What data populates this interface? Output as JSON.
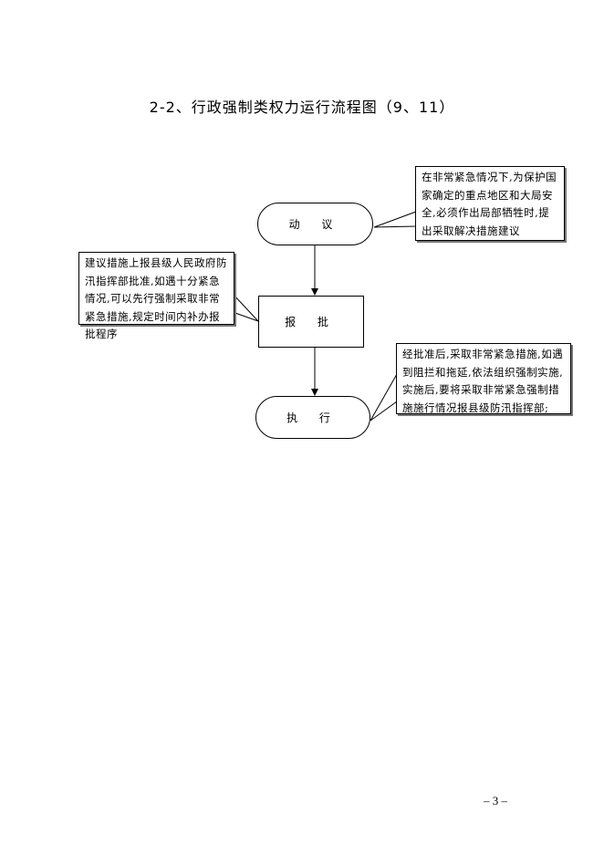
{
  "title": "2-2、行政强制类权力运行流程图（9、11）",
  "flow": {
    "step1": "动 议",
    "step2": "报 批",
    "step3": "执 行"
  },
  "notes": {
    "note1": "在非常紧急情况下,为保护国家确定的重点地区和大局安全,必须作出局部牺牲时,提出采取解决措施建议",
    "note2": "建议措施上报县级人民政府防汛指挥部批准,如遇十分紧急情况,可以先行强制采取非常紧急措施,规定时间内补办报批程序",
    "note3": "经批准后,采取非常紧急措施,如遇到阻拦和拖延,依法组织强制实施,实施后,要将采取非常紧急强制措施施行情况报县级防汛指挥部;"
  },
  "page_number": "– 3 –"
}
